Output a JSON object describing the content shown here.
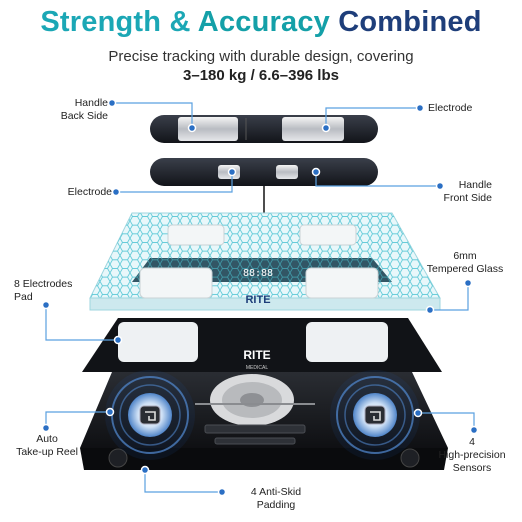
{
  "heading": {
    "word1": "Strength",
    "amp": "&",
    "word2": "Accuracy",
    "word3": "Combined"
  },
  "subtitle": {
    "line1": "Precise tracking with durable design, covering",
    "line2": "3–180 kg / 6.6–396 lbs"
  },
  "labels": {
    "handle_back_1": "Handle",
    "handle_back_2": "Back Side",
    "electrode_top": "Electrode",
    "electrode_left": "Electrode",
    "handle_front_1": "Handle",
    "handle_front_2": "Front Side",
    "glass_1": "6mm",
    "glass_2": "Tempered Glass",
    "pads_1": "8 Electrodes",
    "pads_2": "Pad",
    "reel_1": "Auto",
    "reel_2": "Take-up Reel",
    "sensors_1": "4",
    "sensors_2": "High-precision",
    "sensors_3": "Sensors",
    "padding_1": "4 Anti-Skid",
    "padding_2": "Padding"
  },
  "brand": {
    "logo": "RITE",
    "logo_sub": "MEDICAL",
    "display": "88:88"
  },
  "colors": {
    "teal": "#1ba7b5",
    "navy": "#1e3e7a",
    "marker": "#2b6fc4",
    "leader": "#5aa0e0"
  }
}
